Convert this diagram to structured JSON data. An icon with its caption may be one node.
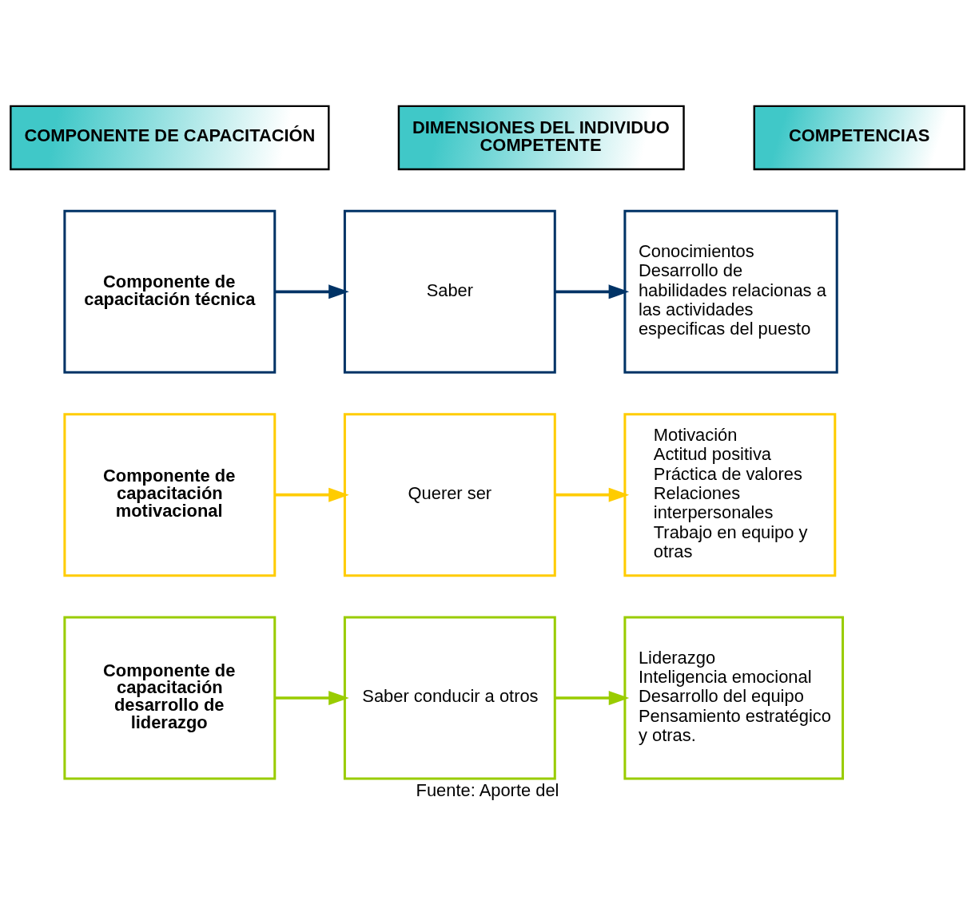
{
  "diagram": {
    "caption": "Fuente: Aporte del",
    "nodes": [
      {
        "text": [
          "COMPONENTE DE CAPACITACIÓN"
        ]
      },
      {
        "text": [
          "DIMENSIONES DEL INDIVIDUO COMPETENTE"
        ]
      },
      {
        "text": [
          "COMPETENCIAS"
        ]
      },
      {
        "text": [
          "Componente de capacitación técnica"
        ]
      },
      {
        "text": [
          "Saber"
        ]
      },
      {
        "text": [
          "Conocimientos",
          "Desarrollo de habilidades relacionas a las actividades especificas del puesto"
        ]
      },
      {
        "text": [
          "Componente de capacitación motivacional"
        ]
      },
      {
        "text": [
          "Querer ser"
        ]
      },
      {
        "text": [
          "Motivación",
          "Actitud positiva",
          "Práctica de valores",
          "Relaciones interpersonales",
          "Trabajo en equipo y otras"
        ]
      },
      {
        "text": [
          "Componente de capacitación desarrollo de liderazgo"
        ]
      },
      {
        "text": [
          "Saber conducir a otros"
        ]
      },
      {
        "text": [
          "Liderazgo",
          "Inteligencia emocional",
          "Desarrollo del equipo",
          "Pensamiento estratégico y otras."
        ]
      }
    ],
    "edges": [
      {
        "from": 3,
        "to": 4,
        "arrow": "to",
        "color": "#003366"
      },
      {
        "from": 4,
        "to": 5,
        "arrow": "to",
        "color": "#003366"
      },
      {
        "from": 6,
        "to": 7,
        "arrow": "to",
        "color": "#ffcc00"
      },
      {
        "from": 7,
        "to": 8,
        "arrow": "to",
        "color": "#ffcc00"
      },
      {
        "from": 9,
        "to": 10,
        "arrow": "to",
        "color": "#99cc00"
      },
      {
        "from": 10,
        "to": 11,
        "arrow": "to",
        "color": "#99cc00"
      }
    ]
  }
}
